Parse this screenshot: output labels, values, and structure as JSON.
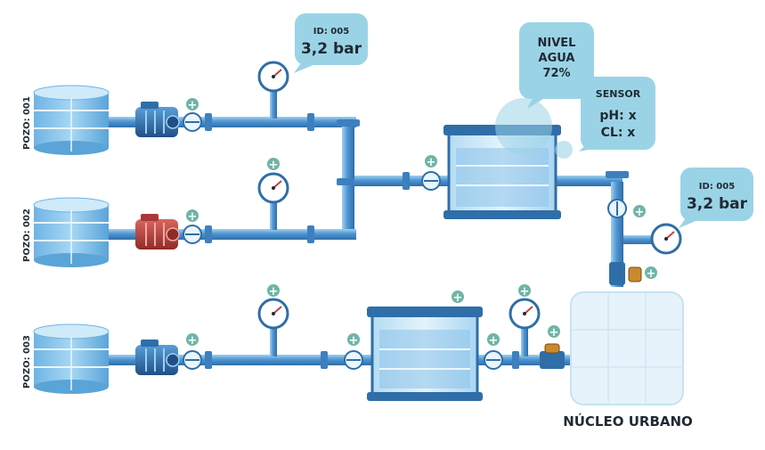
{
  "wells": [
    {
      "label": "POZO: 001"
    },
    {
      "label": "POZO: 002"
    },
    {
      "label": "POZO: 003"
    }
  ],
  "bubbles": {
    "pressure_top": {
      "id": "ID: 005",
      "value": "3,2 bar"
    },
    "pressure_right": {
      "id": "ID: 005",
      "value": "3,2 bar"
    },
    "level": {
      "line1": "NIVEL",
      "line2": "AGUA",
      "line3": "72%"
    },
    "sensor": {
      "title": "SENSOR",
      "line1": "pH: x",
      "line2": "CL: x"
    }
  },
  "town": {
    "label": "NÚCLEO URBANO"
  },
  "add_marker": "+",
  "colors": {
    "pipe": "#3f86c8",
    "pipe_light": "#8cc3ea",
    "bubble": "#9bd3e6",
    "add_marker": "#6fb5a7",
    "pump_red": "#c0423e",
    "pump_blue": "#2f6ea8"
  }
}
